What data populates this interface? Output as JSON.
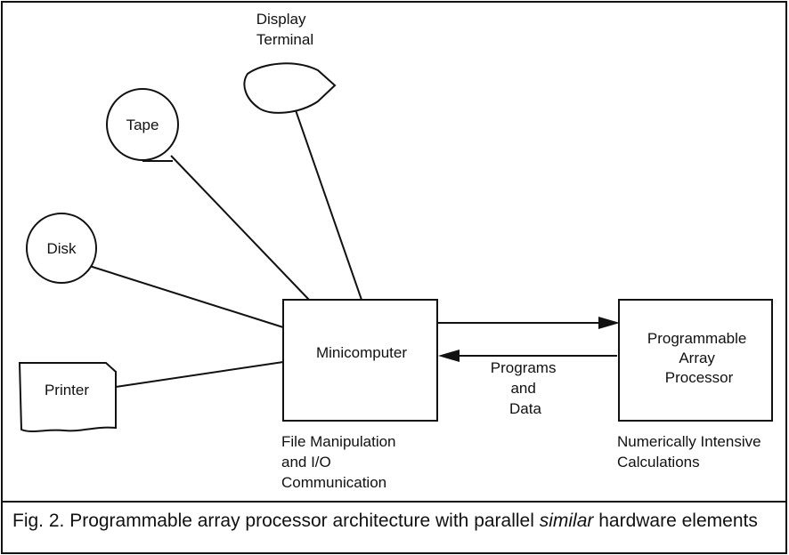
{
  "nodes": {
    "display_terminal": [
      "Display",
      "Terminal"
    ],
    "tape": "Tape",
    "disk": "Disk",
    "printer": "Printer",
    "minicomputer": "Minicomputer",
    "array_processor": [
      "Programmable",
      "Array",
      "Processor"
    ]
  },
  "edge_labels": {
    "programs_and_data": [
      "Programs",
      "and",
      "Data"
    ]
  },
  "annotations": {
    "minicomputer_role": [
      "File Manipulation",
      "and I/O",
      "Communication"
    ],
    "processor_role": [
      "Numerically Intensive",
      "Calculations"
    ]
  },
  "caption": {
    "prefix": "Fig. 2. Programmable array processor architecture with parallel ",
    "emphasis": "similar",
    "suffix": " hardware elements"
  }
}
